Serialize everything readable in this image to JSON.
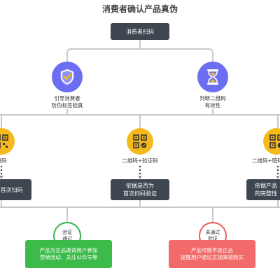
{
  "title": "消费者确认产品真伪",
  "top_box": "消费者扫码",
  "branch_left": {
    "line1": "引导消费者",
    "line2": "防伪标签验真"
  },
  "branch_right": {
    "line1": "判断二维码",
    "line2": "有效性"
  },
  "leaf1": {
    "label": "暗码",
    "box1": "为首次扫码"
  },
  "leaf2": {
    "label": "二维码+验证码",
    "box1": "依据是否为",
    "box2": "首次扫码验证"
  },
  "leaf3": {
    "label": "二维码+暗码",
    "box1": "依据产品",
    "box2": "的完整性"
  },
  "result_ok": {
    "line1": "验证",
    "line2": "通过",
    "box1": "产品为正品邀请用户参加",
    "box2": "营销活动、关注公众号等"
  },
  "result_fail": {
    "line1": "未通过",
    "line2": "验证",
    "box1": "产品可能不是正品",
    "box2": "提醒用户通过正规渠道购买"
  },
  "colors": {
    "dark": "#3e4750",
    "purple": "#6c6ef2",
    "yellow": "#f6b91c",
    "green": "#3dbb4a",
    "red": "#f26a6a",
    "line": "#c8c8c8"
  },
  "icons": {
    "left_branch": "shield-check-icon",
    "right_branch": "hourglass-icon",
    "leaf": "qr-code-icon"
  }
}
